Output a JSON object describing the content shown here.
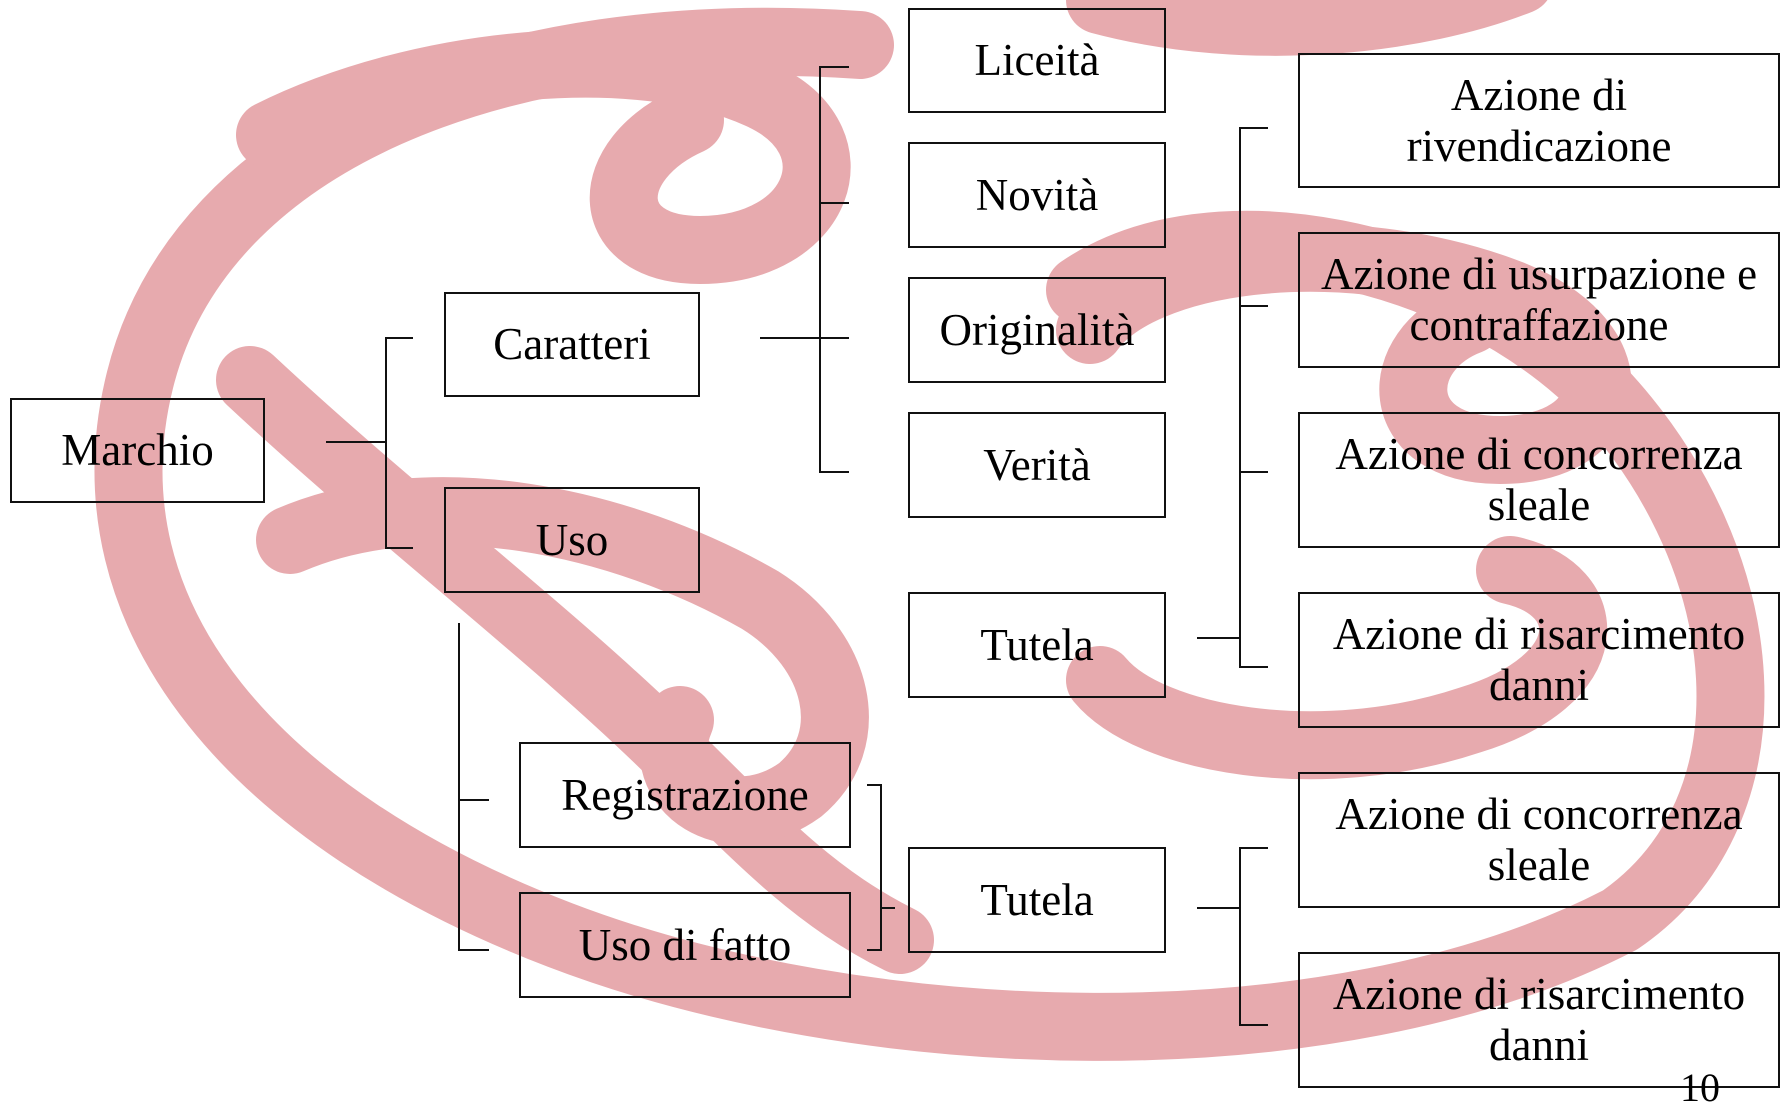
{
  "background": {
    "watermark": "decorative-ribbon-logo",
    "watermark_color": "#e7aaae"
  },
  "line_color": "#111111",
  "nodes": {
    "marchio": "Marchio",
    "caratteri": "Caratteri",
    "uso": "Uso",
    "liceita": "Liceità",
    "novita": "Novità",
    "originalita": "Originalità",
    "verita": "Verità",
    "tutela_1": "Tutela",
    "registrazione": "Registrazione",
    "uso_di_fatto": "Uso di fatto",
    "tutela_2": "Tutela",
    "azione_rivendicazione": "Azione di rivendicazione",
    "azione_usurpazione": "Azione di usurpazione e contraffazione",
    "azione_concorrenza_1": "Azione di concorrenza sleale",
    "azione_risarcimento_1": "Azione di risarcimento danni",
    "azione_concorrenza_2": "Azione di concorrenza sleale",
    "azione_risarcimento_2": "Azione di risarcimento danni"
  },
  "page_number": "10"
}
